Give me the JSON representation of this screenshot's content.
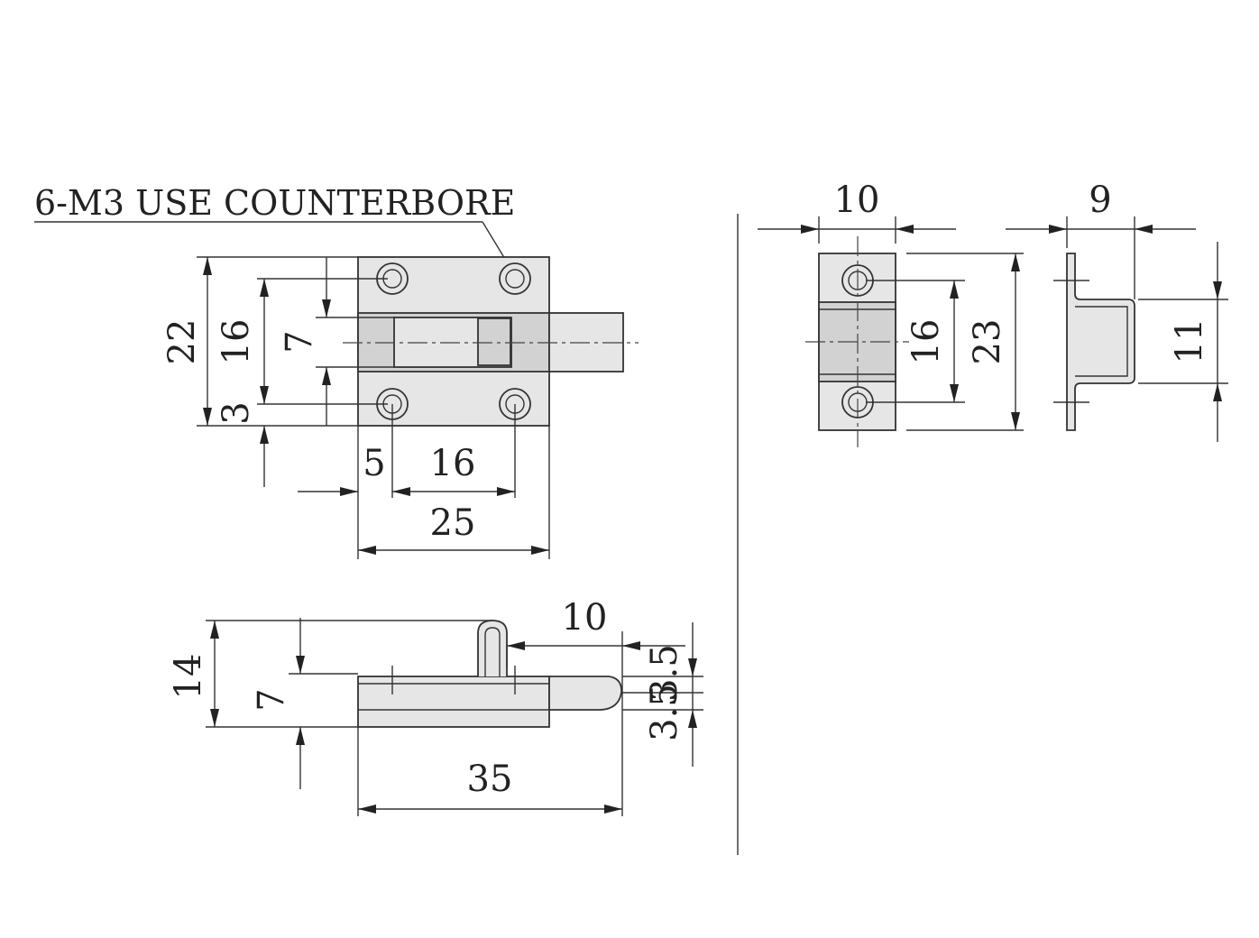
{
  "note": "6-M3 USE COUNTERBORE",
  "front_view": {
    "dims": {
      "height_22": "22",
      "holes_16": "16",
      "bolt_7": "7",
      "edge_3": "3",
      "edge_5": "5",
      "pitch_16": "16",
      "width_25": "25"
    }
  },
  "side_view": {
    "dims": {
      "height_14": "14",
      "body_7": "7",
      "knob_10": "10",
      "bolt_3_5_a": "3.5",
      "bolt_3_5_b": "3.5",
      "length_35": "35"
    }
  },
  "keeper_front": {
    "dims": {
      "width_10": "10",
      "holes_16": "16",
      "height_23": "23"
    }
  },
  "keeper_side": {
    "dims": {
      "depth_9": "9",
      "opening_11": "11"
    }
  },
  "colors": {
    "line": "#333333",
    "fill": "#e6e6e6",
    "background": "#ffffff"
  }
}
